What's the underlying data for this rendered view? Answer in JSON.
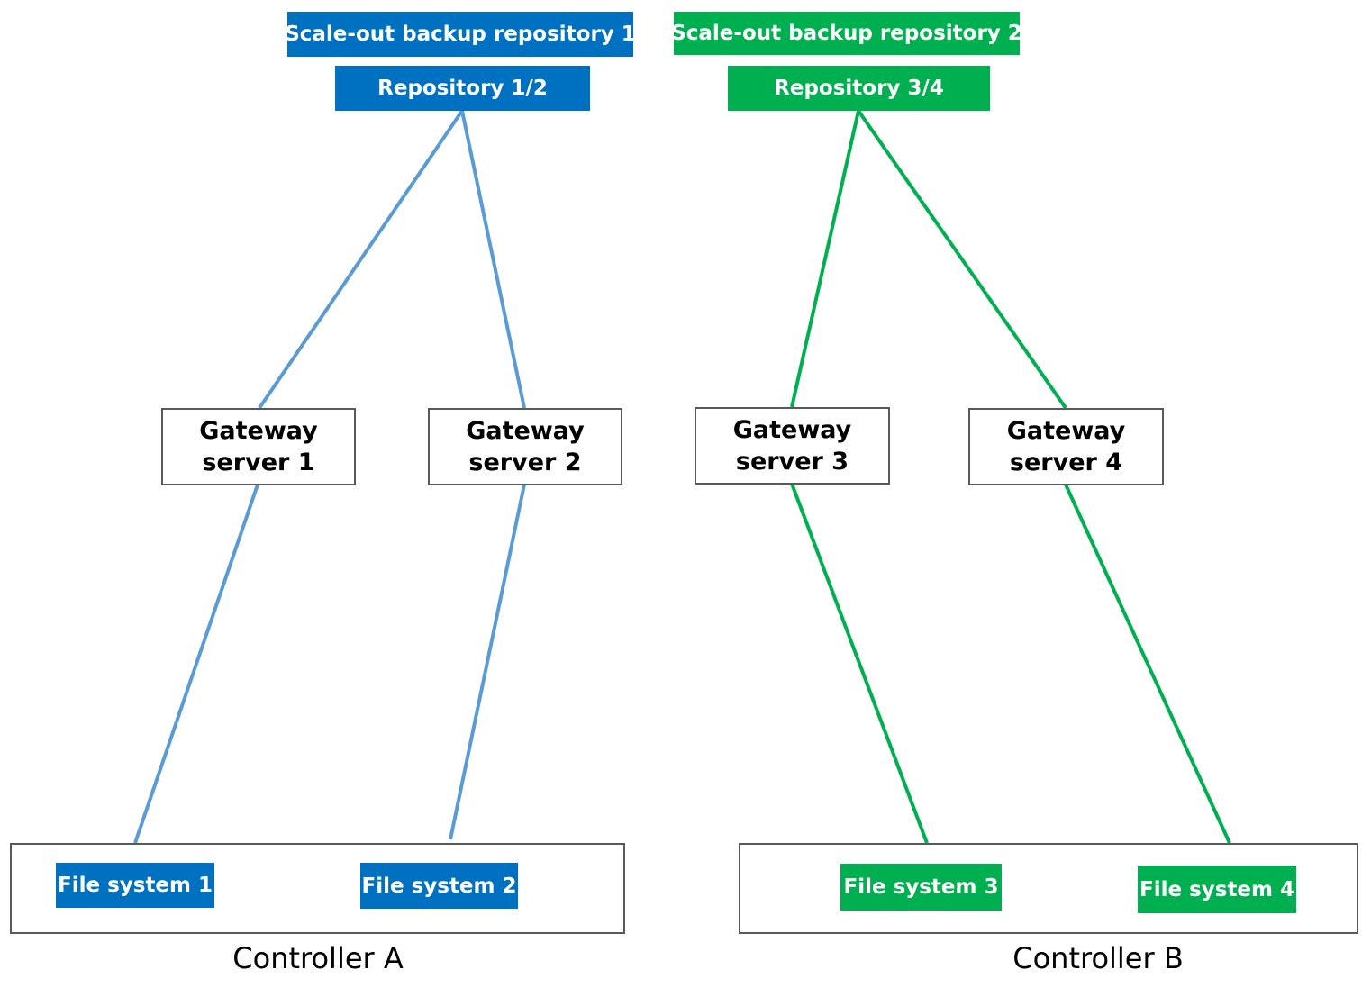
{
  "colors": {
    "group_1": "#0070c0",
    "group_1_line": "#5b9bd5",
    "group_2": "#00b050",
    "group_2_line": "#00b050",
    "box_border": "#595959"
  },
  "scale_out_repositories": [
    {
      "label": "Scale-out backup repository 1",
      "repository": "Repository 1/2"
    },
    {
      "label": "Scale-out backup repository 2",
      "repository": "Repository 3/4"
    }
  ],
  "gateway_servers": [
    {
      "line1": "Gateway",
      "line2": "server 1"
    },
    {
      "line1": "Gateway",
      "line2": "server 2"
    },
    {
      "line1": "Gateway",
      "line2": "server 3"
    },
    {
      "line1": "Gateway",
      "line2": "server 4"
    }
  ],
  "controllers": [
    {
      "label": "Controller A",
      "file_systems": [
        "File system 1",
        "File system 2"
      ]
    },
    {
      "label": "Controller B",
      "file_systems": [
        "File system 3",
        "File system 4"
      ]
    }
  ]
}
